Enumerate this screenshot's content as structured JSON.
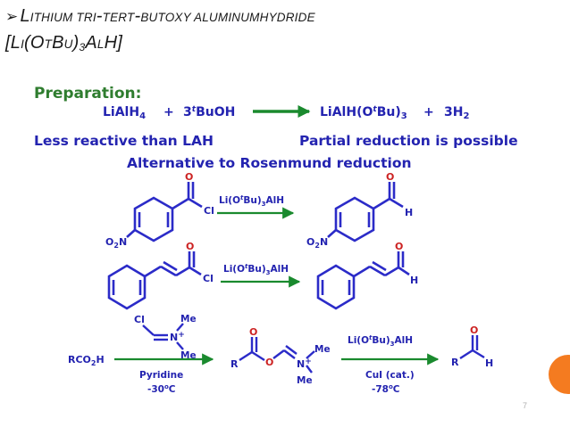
{
  "slide": {
    "title_line1": "Lithium tri-tert-butoxy aluminumhydride",
    "title_line2": "[Li(OtBu)3AlH]",
    "page_number": "7"
  },
  "scheme": {
    "preparation_label": "Preparation:",
    "reactant1": "LiAlH4",
    "plus1": "+",
    "reactant2": "3tBuOH",
    "product1": "LiAlH(OtBu)3",
    "plus2": "+",
    "product2": "3H2",
    "note_left": "Less reactive than LAH",
    "note_right": "Partial reduction is possible",
    "note_center": "Alternative to Rosenmund reduction",
    "reagent": "Li(OtBu)3AlH",
    "cl": "Cl",
    "h": "H",
    "o": "O",
    "o2n": "O2N",
    "rco2h": "RCO2H",
    "me": "Me",
    "n_plus": "N+",
    "r": "R",
    "pyridine": "Pyridine",
    "temp1": "-30oC",
    "cui": "CuI (cat.)",
    "temp2": "-78oC"
  },
  "colors": {
    "accent_blue": "#2323b0",
    "bond_blue": "#2b2bc8",
    "label_green": "#2f7d2f",
    "arrow_green": "#1a8a2e",
    "deco_orange": "#f47b20",
    "title_text": "#1a1a1a"
  }
}
